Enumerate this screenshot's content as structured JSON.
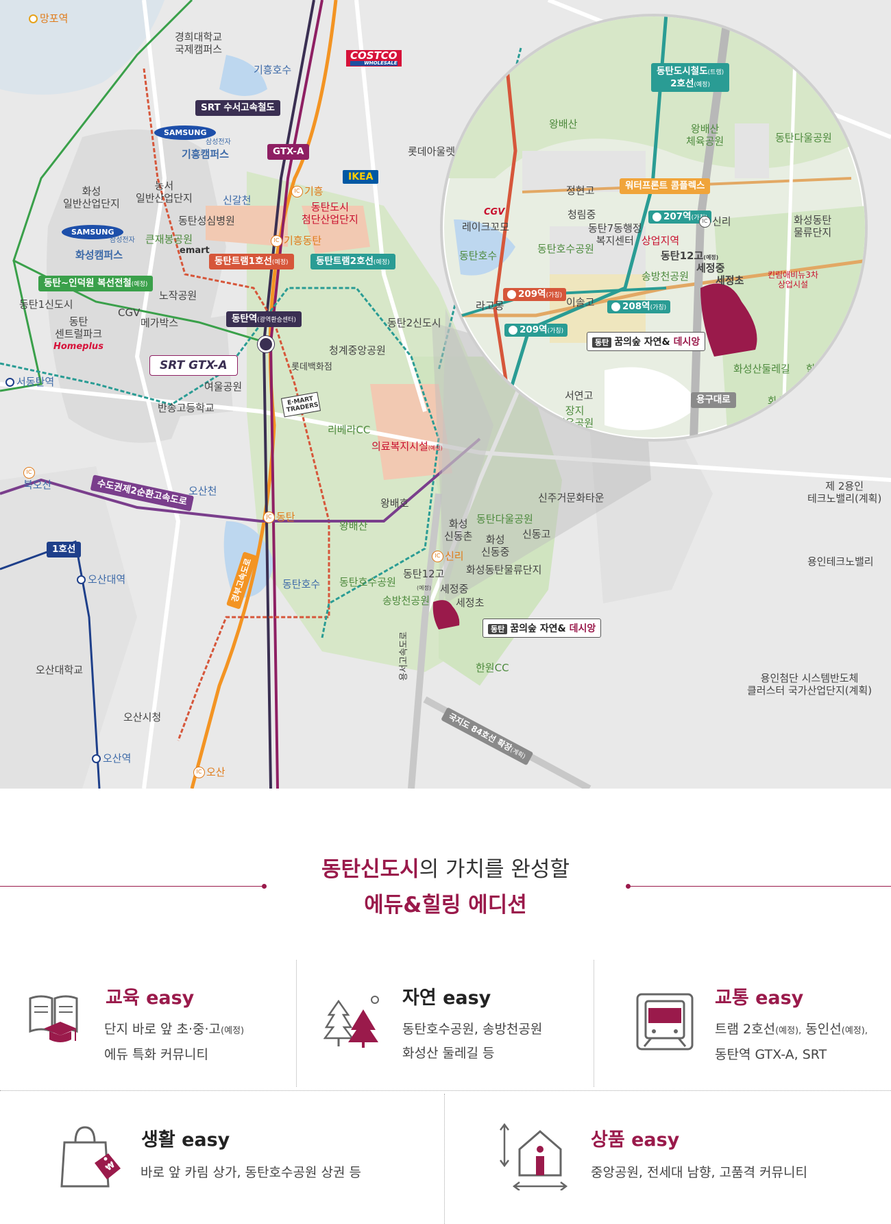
{
  "map": {
    "places": {
      "mangpo": "망포역",
      "kyunghee": "경희대학교\n국제캠퍼스",
      "giheunghosu": "기흥호수",
      "samsung_giheung_sub": "삼성전자",
      "samsung_giheung": "기흥캠퍼스",
      "lotte_outlet": "롯데아울렛",
      "hwaseong_ind": "화성\n일반산업단지",
      "nongseo": "농서\n일반산업단지",
      "singal": "신갈천",
      "giheung_ic": "기흥",
      "dongtan_hitech": "동탄도시\n첨단산업단지",
      "giheung_dongtan": "기흥동탄",
      "dongtan_hospital": "동탄성심병원",
      "samsung_hwaseong_sub": "삼성전자",
      "samsung_hwaseong": "화성캠퍼스",
      "keunjae": "큰재봉공원",
      "emart": "emart",
      "nojak": "노작공원",
      "dongtan1": "동탄1신도시",
      "cgv": "CGV",
      "dongtan_central": "동탄\n센트럴파크",
      "homeplus": "Homeplus",
      "megabox": "메가박스",
      "dongtan2": "동탄2신도시",
      "cheonggye": "청계중앙공원",
      "lotte_dept": "롯데백화점",
      "seodongtan": "서동탄역",
      "yeoul": "여울공원",
      "bansong": "반송고등학교",
      "traders": "E·MART TRADERS",
      "riviera": "리베라CC",
      "medical": "의료복지시설",
      "medical_note": "(예정)",
      "bukosan": "북오산",
      "osancheon": "오산천",
      "dongtan_jc": "동탄",
      "wangbae_lake": "왕배호",
      "wangbaesan": "왕배산",
      "sinju": "신주거문화타운",
      "hwaseong_sindongchon": "화성\n신동촌",
      "hwaseong_sindongjung": "화성\n신동중",
      "dongtan_dawool": "동탄다울공원",
      "sindonggo": "신동고",
      "sinri_ic": "신리",
      "hwaseong_logistics": "화성동탄물류단지",
      "dongtanhosu": "동탄호수",
      "dongtanhosu_park": "동탄호수공원",
      "dongtan12go": "동탄12고",
      "dongtan12go_note": "(예정)",
      "songbangcheon": "송방천공원",
      "sejeongjung": "세정중",
      "sejeongcho": "세정초",
      "hanwon_cc": "한원CC",
      "osan_univ": "오산대학교",
      "osan_cityhall": "오산시청",
      "osan_station": "오산역",
      "osan_ic": "오산",
      "osan_univ_station": "오산대역",
      "yongin_techno_2": "제 2용인\n테크노밸리(계획)",
      "yongin_techno": "용인테크노밸리",
      "yongin_cluster": "용인첨단 시스템반도체\n클러스터 국가산업단지(계획)",
      "yonggudaero": "용구대로"
    },
    "tags": {
      "srt_line": "SRT 수서고속철도",
      "gtx_a": "GTX-A",
      "tram1": "동탄트램1호선",
      "tram1_note": "(예정)",
      "tram2": "동탄트램2호선",
      "tram2_note": "(예정)",
      "indeogwon": "동탄~인덕원 복선전철",
      "indeogwon_note": "(예정)",
      "dongtan_station": "동탄역",
      "dongtan_station_note": "(광역환승센터)",
      "sudogwon": "수도권제2순환고속도로",
      "line1": "1호선",
      "gyeongbu": "경부고속도로",
      "national84": "국지도 84호선 확장",
      "national84_note": "(계획)",
      "yongseo": "용서고속도로"
    },
    "logos": {
      "costco": "COSTCO",
      "costco_sub": "WHOLESALE",
      "samsung": "SAMSUNG",
      "ikea": "IKEA",
      "srt_gtx": "SRT  GTX-A"
    },
    "callout": {
      "badge": "동탄",
      "name": "꿈의숲 자연&",
      "name_accent": "데시앙"
    },
    "zoom": {
      "wangbaesan": "왕배산",
      "tram2_tag": "동탄도시철도",
      "tram2_tag_note": "(트램)",
      "tram2_tag_line2": "2호선",
      "tram2_tag_note2": "(예정)",
      "wangbae_sports": "왕배산\n체육공원",
      "dongtan_dawool": "동탄다울공원",
      "jeonghyeongo": "정현고",
      "waterfront": "워터프론트 콤플렉스",
      "cgv": "CGV",
      "lakecomo": "레이크꼬모",
      "cheongrimjung": "청림중",
      "welfare": "동탄7동행정\n복지센터",
      "station207": "207역",
      "station207_note": "(가칭)",
      "sinri": "신리",
      "hwaseong_logistics": "화성동탄\n물류단지",
      "dongtanhosu": "동탄호수",
      "dongtanhosu_park": "동탄호수공원",
      "commercial": "상업지역",
      "dongtan12go": "동탄12고",
      "dongtan12go_note": "(예정)",
      "sejeongjung": "세정중",
      "songbang": "송방천공원",
      "sejeongcho": "세정초",
      "kirim": "킨림애비뉴3차\n상업시설",
      "station209a": "209역",
      "station209a_note": "(가칭)",
      "lago": "라고몽",
      "isol": "이솔고",
      "station208": "208역",
      "station208_note": "(가칭)",
      "station209b": "209역",
      "station209b_note": "(가칭)",
      "hwaseong_trail": "화성산둘레길",
      "hanwon_cc": "한원CC",
      "seoyeon": "서연고",
      "jangji": "장지\n체육공원",
      "yonggu": "용구대로",
      "hwaseongsan": "화성산"
    }
  },
  "headline": {
    "line1_accent": "동탄신도시",
    "line1_rest": "의 가치를 완성할",
    "line2": "에듀&힐링 에디션"
  },
  "features": [
    {
      "icon": "graduation-book-icon",
      "title_accent": "교육 easy",
      "line1": "단지 바로 앞 초·중·고",
      "line1_note": "(예정)",
      "line2": "에듀 특화 커뮤니티"
    },
    {
      "icon": "trees-icon",
      "title": "자연 easy",
      "line1": "동탄호수공원, 송방천공원",
      "line2": "화성산 둘레길 등"
    },
    {
      "icon": "tram-icon",
      "title_accent": "교통 easy",
      "line1": "트램 2호선",
      "line1_note": "(예정),",
      "line1b": " 동인선",
      "line1b_note": "(예정),",
      "line2": "동탄역 GTX-A, SRT"
    },
    {
      "icon": "shopping-bag-icon",
      "title": "생활 easy",
      "line1": "바로 앞 카림 상가, 동탄호수공원 상권 등"
    },
    {
      "icon": "house-arrows-icon",
      "title_accent": "상품 easy",
      "line1": "중앙공원, 전세대 남향, 고품격 커뮤니티"
    }
  ],
  "colors": {
    "accent": "#9a1a4b",
    "tram1": "#d6563a",
    "tram2": "#2a9c94",
    "srt": "#3a2f52",
    "gtx": "#8e1f63",
    "indeogwon": "#3aa04a",
    "line1": "#1e3f8a",
    "expressway": "#7a3e8c",
    "gyeongbu": "#f39423"
  }
}
